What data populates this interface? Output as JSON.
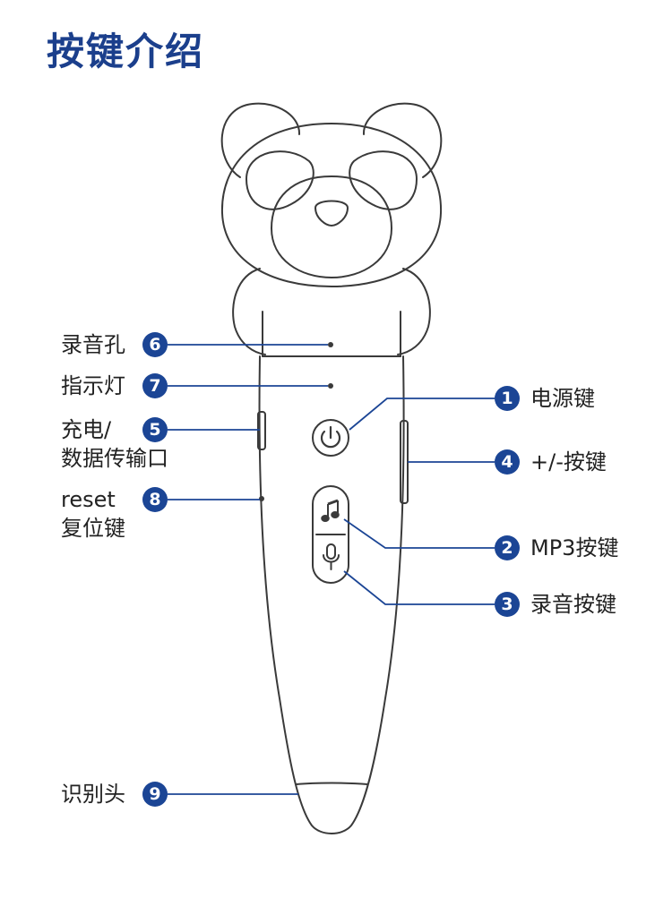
{
  "title": "按键介绍",
  "colors": {
    "accent": "#1b4595",
    "title": "#1b3f8c",
    "outline": "#3a3a3a"
  },
  "left_callouts": [
    {
      "num": "6",
      "label": "录音孔"
    },
    {
      "num": "7",
      "label": "指示灯"
    },
    {
      "num": "5",
      "label_lines": [
        "充电/",
        "数据传输口"
      ]
    },
    {
      "num": "8",
      "label_lines": [
        "reset",
        "复位键"
      ]
    },
    {
      "num": "9",
      "label": "识别头"
    }
  ],
  "right_callouts": [
    {
      "num": "1",
      "label": "电源键"
    },
    {
      "num": "4",
      "label": "+/-按键"
    },
    {
      "num": "2",
      "label": "MP3按键"
    },
    {
      "num": "3",
      "label": "录音按键"
    }
  ],
  "icons": [
    "power-icon",
    "music-note-icon",
    "microphone-icon"
  ]
}
